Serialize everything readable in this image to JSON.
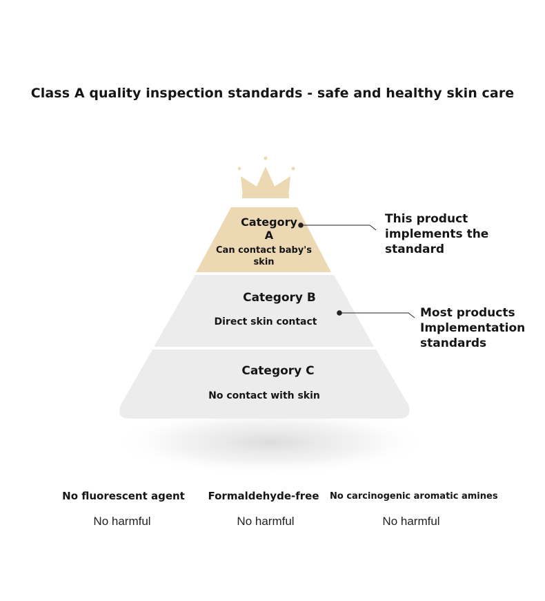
{
  "title": "Class A quality inspection standards - safe and healthy skin care",
  "colors": {
    "gold": "#ecd9b4",
    "gray": "#ececec",
    "text": "#151515"
  },
  "pyramid": {
    "tiers": [
      {
        "name": "Category\nA",
        "description": "Can contact baby's\nskin"
      },
      {
        "name": "Category B",
        "description": "Direct skin contact"
      },
      {
        "name": "Category C",
        "description": "No contact with skin"
      }
    ],
    "icon": "crown-icon"
  },
  "callouts": [
    {
      "text": "This product\nimplements the\nstandard"
    },
    {
      "text": "Most products\nImplementation\nstandards"
    }
  ],
  "features": [
    {
      "title": "No fluorescent agent",
      "subtitle": "No harmful"
    },
    {
      "title": "Formaldehyde-free",
      "subtitle": "No harmful"
    },
    {
      "title": "No carcinogenic aromatic amines",
      "subtitle": "No harmful"
    }
  ]
}
